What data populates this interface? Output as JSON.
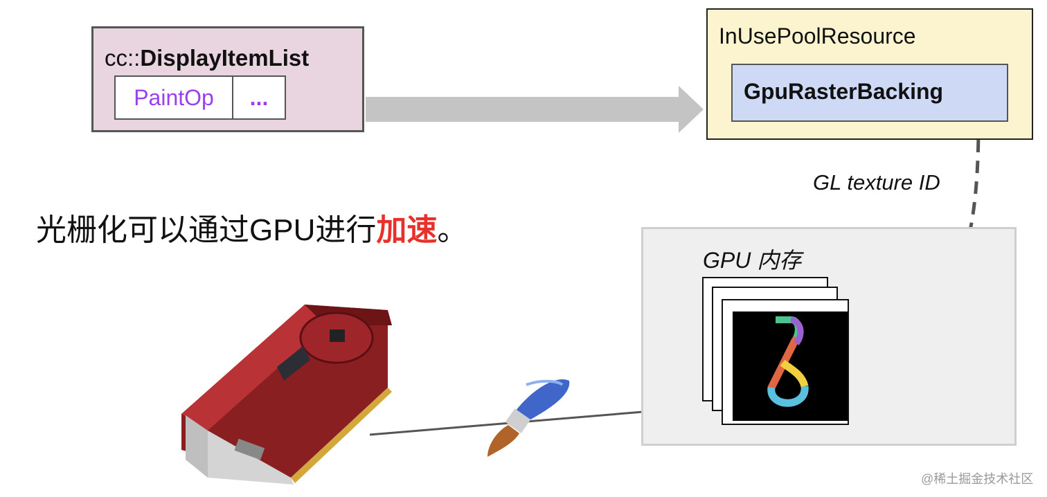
{
  "display_list": {
    "title_prefix": "cc::",
    "title_name": "DisplayItemList",
    "cells": [
      "PaintOp",
      "..."
    ],
    "fill": "#e8d5df",
    "cell_text_color": "#9a3ff0"
  },
  "pool": {
    "title": "InUsePoolResource",
    "backing": "GpuRasterBacking",
    "fill": "#fcf3cf",
    "backing_fill": "#cdd9f5"
  },
  "gl_texture_label": "GL texture ID",
  "gpu_memory_label": "GPU 内存",
  "caption": {
    "prefix": "光栅化可以通过GPU进行",
    "highlight": "加速",
    "suffix": "。",
    "highlight_color": "#e8312a"
  },
  "watermark": "@稀土掘金技术社区",
  "icons": [
    "graphics-card-icon",
    "paintbrush-icon",
    "skia-logo-icon"
  ]
}
